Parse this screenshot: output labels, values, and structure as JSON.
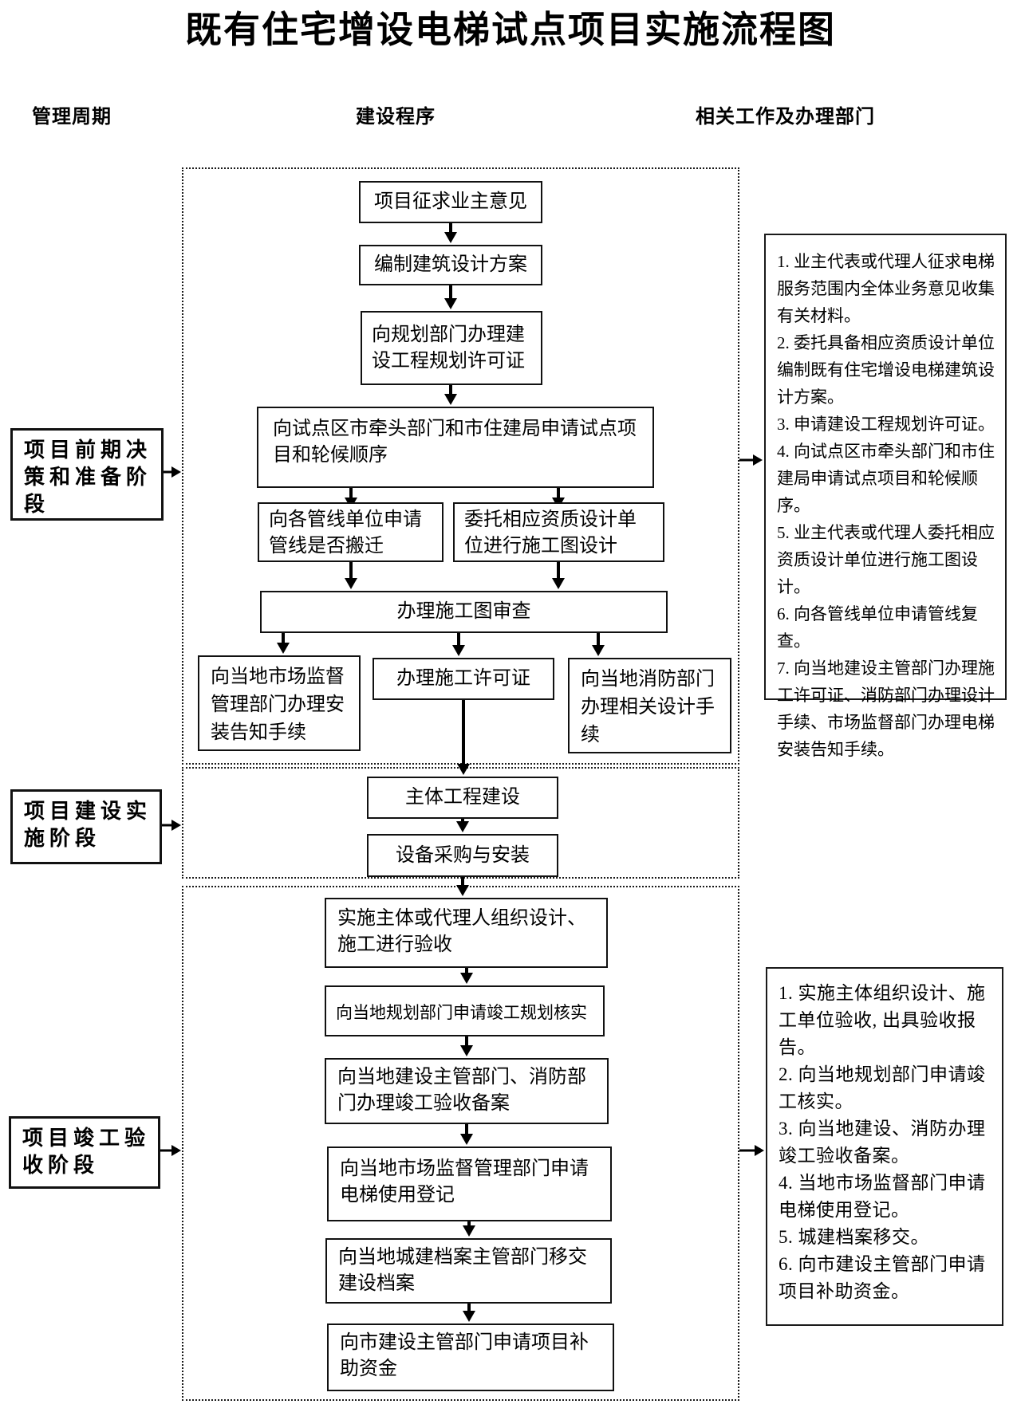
{
  "title": "既有住宅增设电梯试点项目实施流程图",
  "columns": {
    "left": "管理周期",
    "center": "建设程序",
    "right": "相关工作及办理部门"
  },
  "stages": [
    "项目前期决策和准备阶段",
    "项目建设实施阶段",
    "项目竣工验收阶段"
  ],
  "flow": {
    "seek_opinion": "项目征求业主意见",
    "design_scheme": "编制建筑设计方案",
    "planning_permit": "向规划部门办理建设工程规划许可证",
    "pilot_application": "向试点区市牵头部门和市住建局申请试点项目和轮候顺序",
    "pipeline_inquiry": "向各管线单位申请管线是否搬迁",
    "drawing_design": "委托相应资质设计单位进行施工图设计",
    "drawing_review": "办理施工图审查",
    "install_notice": "向当地市场监督管理部门办理安装告知手续",
    "construction_permit": "办理施工许可证",
    "fire_design": "向当地消防部门办理相关设计手续",
    "main_construction": "主体工程建设",
    "equipment": "设备采购与安装",
    "org_acceptance": "实施主体或代理人组织设计、施工进行验收",
    "planning_verify": "向当地规划部门申请竣工规划核实",
    "completion_filing": "向当地建设主管部门、消防部门办理竣工验收备案",
    "use_registration": "向当地市场监督管理部门申请电梯使用登记",
    "archives_transfer": "向当地城建档案主管部门移交建设档案",
    "subsidy": "向市建设主管部门申请项目补助资金"
  },
  "notes": {
    "prep": [
      "1. 业主代表或代理人征求电梯服务范围内全体业务意见收集有关材料。",
      "2. 委托具备相应资质设计单位编制既有住宅增设电梯建筑设计方案。",
      "3. 申请建设工程规划许可证。",
      "4. 向试点区市牵头部门和市住建局申请试点项目和轮候顺序。",
      "5. 业主代表或代理人委托相应资质设计单位进行施工图设计。",
      "6. 向各管线单位申请管线复查。",
      "7. 向当地建设主管部门办理施工许可证、消防部门办理设计手续、市场监督部门办理电梯安装告知手续。"
    ],
    "acceptance": [
      "1. 实施主体组织设计、施工单位验收, 出具验收报告。",
      "2. 向当地规划部门申请竣工核实。",
      "3. 向当地建设、消防办理竣工验收备案。",
      "4. 当地市场监督部门申请电梯使用登记。",
      "5. 城建档案移交。",
      "6. 向市建设主管部门申请项目补助资金。"
    ]
  },
  "colors": {
    "ink": "#000000",
    "background": "#ffffff"
  }
}
